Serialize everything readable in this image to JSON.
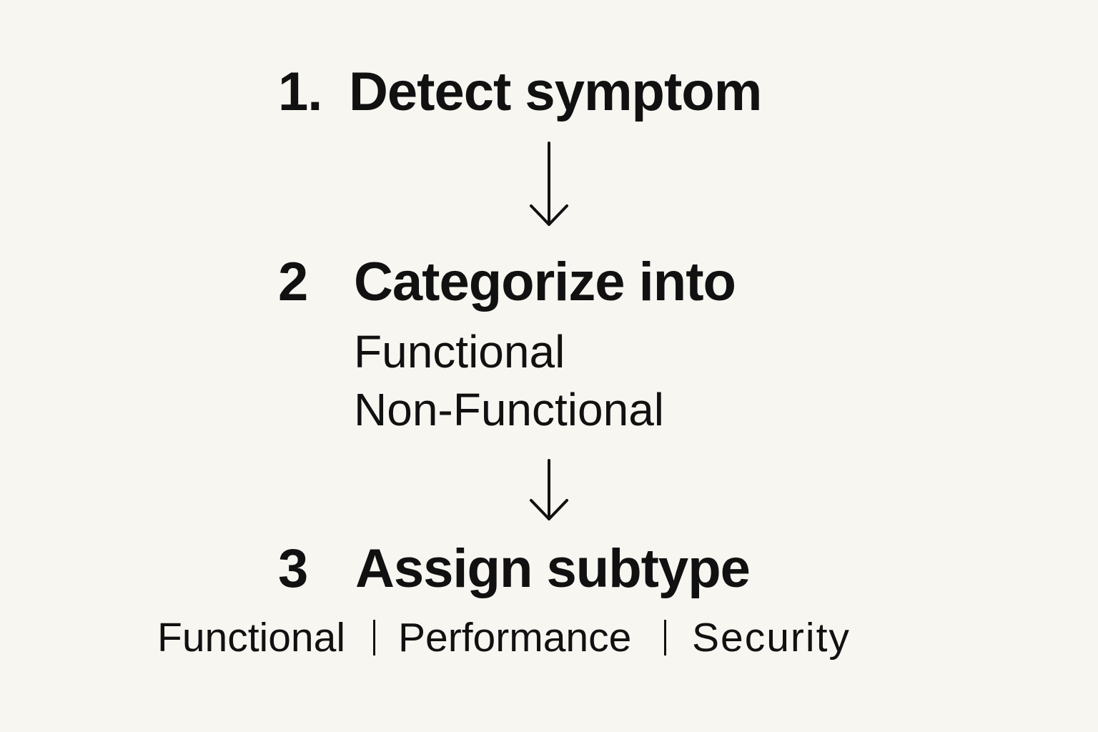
{
  "colors": {
    "background": "#f8f6f1",
    "text": "#111111"
  },
  "steps": [
    {
      "number": "1.",
      "title": "Detect symptom"
    },
    {
      "number": "2",
      "title": "Categorize into",
      "items": [
        "Functional",
        "Non-Functional"
      ]
    },
    {
      "number": "3",
      "title": "Assign subtype",
      "options": [
        "Functional",
        "Performance",
        "Security"
      ]
    }
  ],
  "arrow_icon": "arrow-down-icon",
  "separator": "|"
}
